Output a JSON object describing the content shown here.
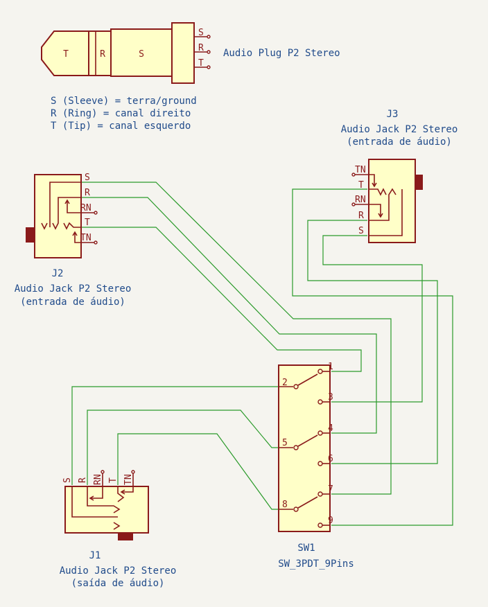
{
  "colors": {
    "background": "#f5f4ef",
    "wire": "#2a9a2a",
    "component": "#8a1a1a",
    "fill": "#ffffc8",
    "text": "#1f4a8a"
  },
  "plug": {
    "title": "Audio Plug P2 Stereo",
    "seg_t": "T",
    "seg_r": "R",
    "seg_s": "S",
    "pin_s": "S",
    "pin_r": "R",
    "pin_t": "T",
    "notes": [
      "S (Sleeve) = terra/ground",
      "R (Ring) = canal direito",
      "T (Tip) = canal esquerdo"
    ]
  },
  "j2": {
    "ref": "J2",
    "value": "Audio Jack P2 Stereo",
    "desc": "(entrada de áudio)",
    "pins": {
      "s": "S",
      "r": "R",
      "rn": "RN",
      "t": "T",
      "tn": "TN"
    }
  },
  "j3": {
    "ref": "J3",
    "value": "Audio Jack P2 Stereo",
    "desc": "(entrada de áudio)",
    "pins": {
      "tn": "TN",
      "t": "T",
      "rn": "RN",
      "r": "R",
      "s": "S"
    }
  },
  "j1": {
    "ref": "J1",
    "value": "Audio Jack P2 Stereo",
    "desc": "(saída de áudio)",
    "pins": {
      "s": "S",
      "r": "R",
      "rn": "RN",
      "t": "T",
      "tn": "TN"
    }
  },
  "sw1": {
    "ref": "SW1",
    "value": "SW_3PDT_9Pins",
    "pins": {
      "p1": "1",
      "p2": "2",
      "p3": "3",
      "p4": "4",
      "p5": "5",
      "p6": "6",
      "p7": "7",
      "p8": "8",
      "p9": "9"
    }
  }
}
